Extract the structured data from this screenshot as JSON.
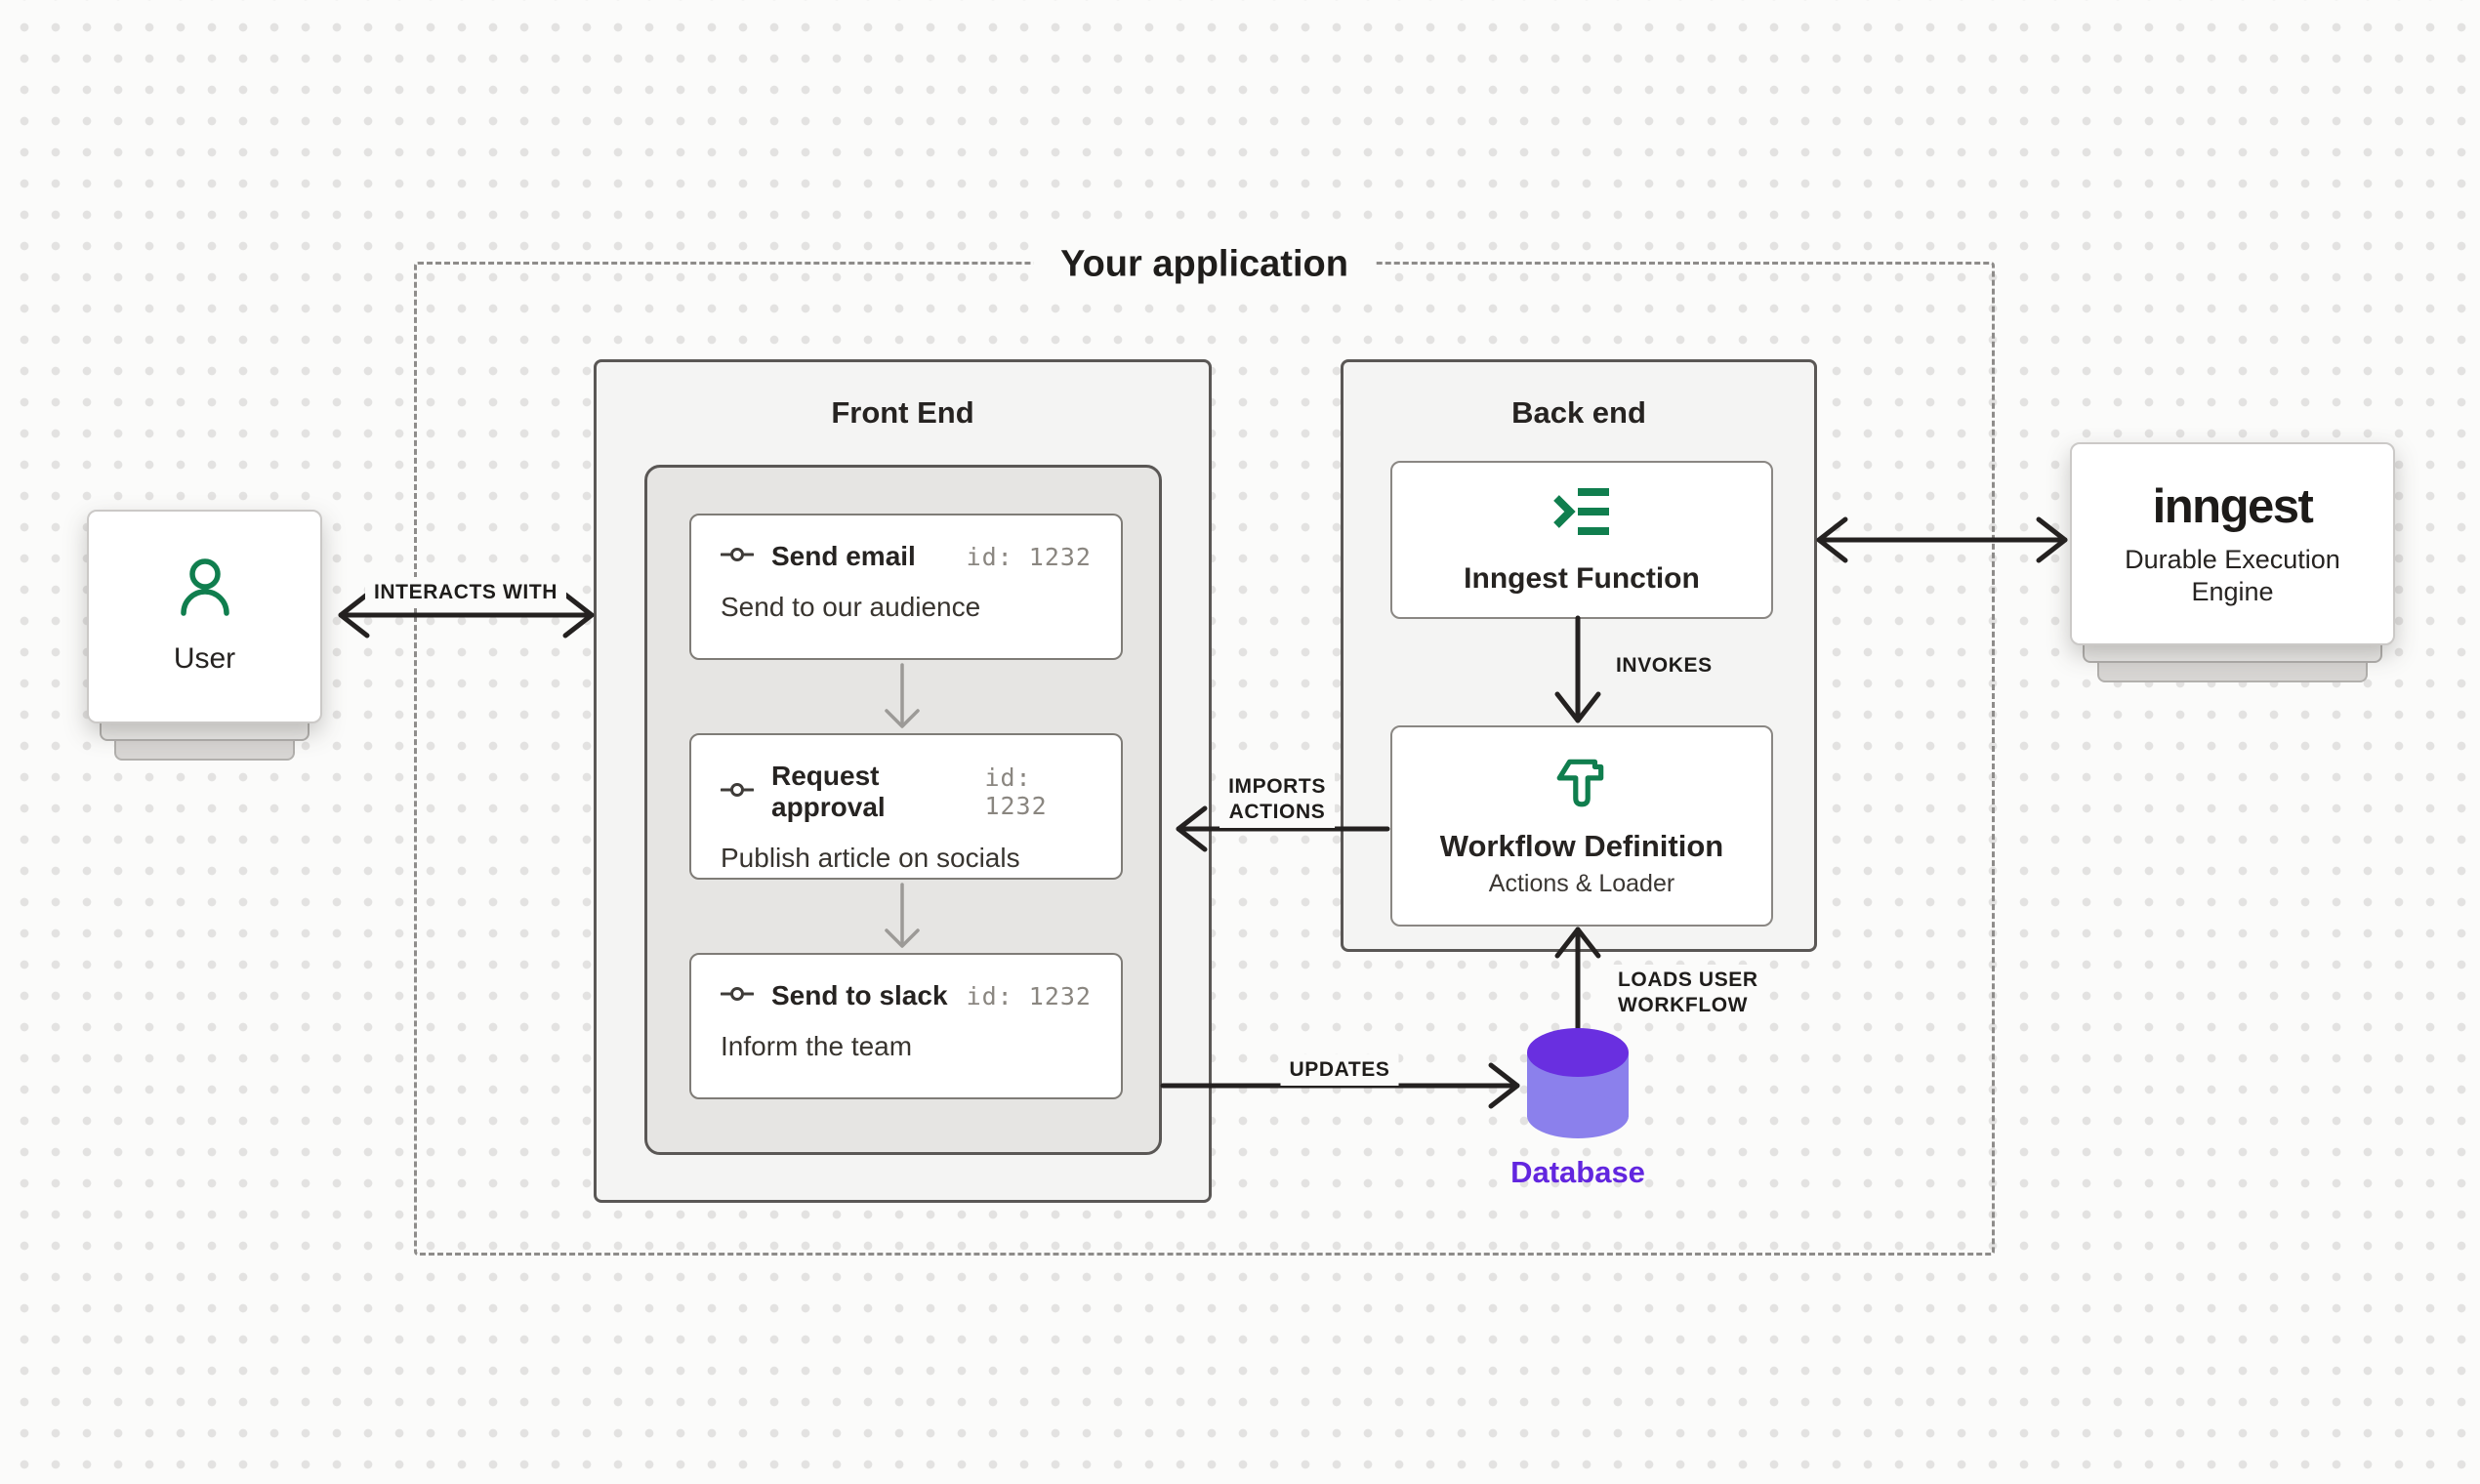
{
  "diagram": {
    "application": {
      "title": "Your application"
    },
    "user_node": {
      "label": "User"
    },
    "front_end": {
      "title": "Front End",
      "cards": [
        {
          "title": "Send email",
          "id": "id: 1232",
          "description": "Send to our audience"
        },
        {
          "title": "Request approval",
          "id": "id: 1232",
          "description": "Publish article on socials"
        },
        {
          "title": "Send to slack",
          "id": "id: 1232",
          "description": "Inform the team"
        }
      ]
    },
    "back_end": {
      "title": "Back end",
      "inngest_function": {
        "label": "Inngest Function"
      },
      "workflow_definition": {
        "title": "Workflow Definition",
        "subtitle": "Actions & Loader"
      }
    },
    "inngest_node": {
      "wordmark": "inngest",
      "subtitle": "Durable Execution Engine"
    },
    "database": {
      "label": "Database"
    },
    "edges": {
      "interacts_with": "INTERACTS WITH",
      "invokes": "INVOKES",
      "imports_line1": "IMPORTS",
      "imports_line2": "ACTIONS",
      "updates": "UPDATES",
      "loads_line1": "LOADS USER",
      "loads_line2": "WORKFLOW"
    },
    "colors": {
      "accent_green": "#107e4e",
      "database_top": "#692fe0",
      "database_body": "#8b80ec",
      "database_text": "#6226df",
      "arrow_black": "#242120",
      "arrow_gray": "#9c9a97"
    }
  }
}
